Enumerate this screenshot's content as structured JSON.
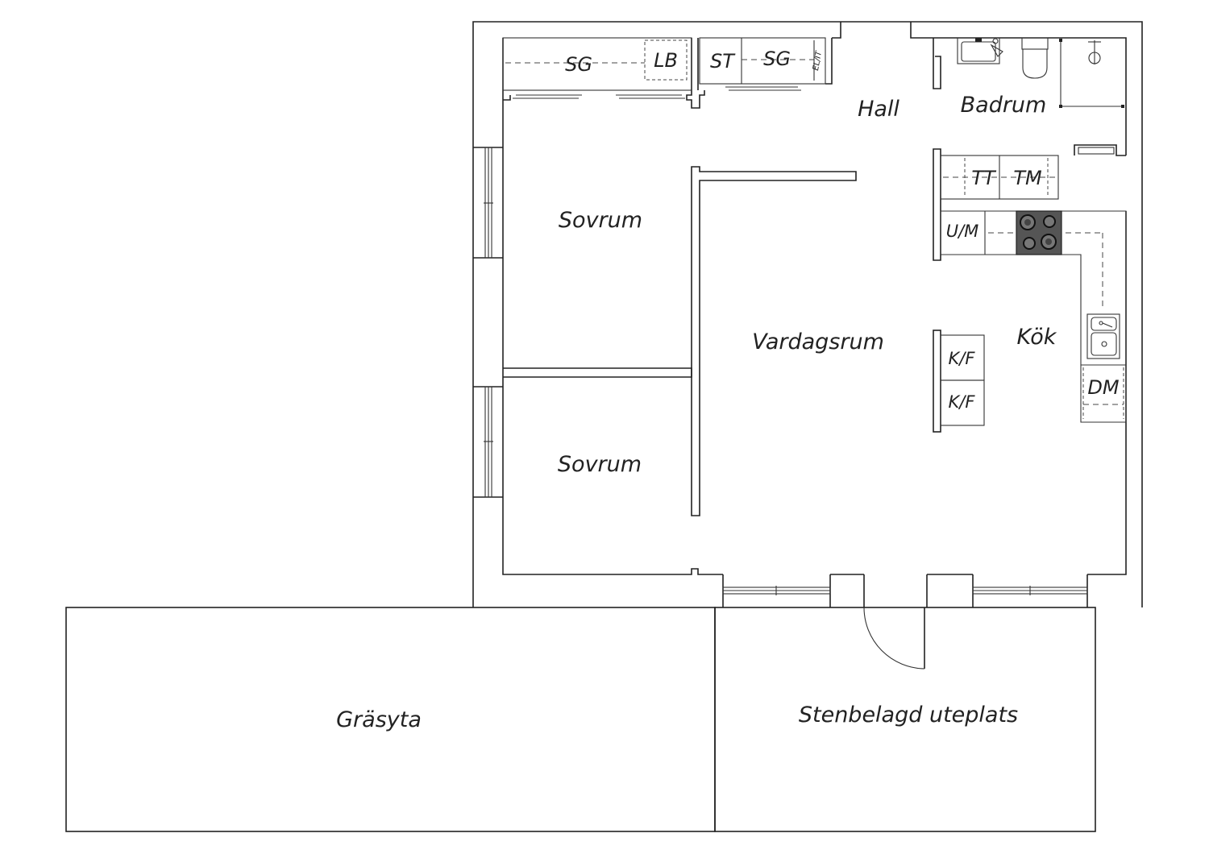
{
  "rooms": {
    "hall": "Hall",
    "badrum": "Badrum",
    "sovrum_1": "Sovrum",
    "sovrum_2": "Sovrum",
    "vardagsrum": "Vardagsrum",
    "kok": "Kök",
    "grasyta": "Gräsyta",
    "uteplats": "Stenbelagd uteplats"
  },
  "fixtures": {
    "sg_1": "SG",
    "lb": "LB",
    "st": "ST",
    "sg_2": "SG",
    "el_it": "EL/IT",
    "tt": "TT",
    "tm": "TM",
    "um": "U/M",
    "kf_1": "K/F",
    "kf_2": "K/F",
    "dm": "DM"
  },
  "colors": {
    "line": "#222222",
    "stove": "#555555",
    "background": "#ffffff"
  }
}
